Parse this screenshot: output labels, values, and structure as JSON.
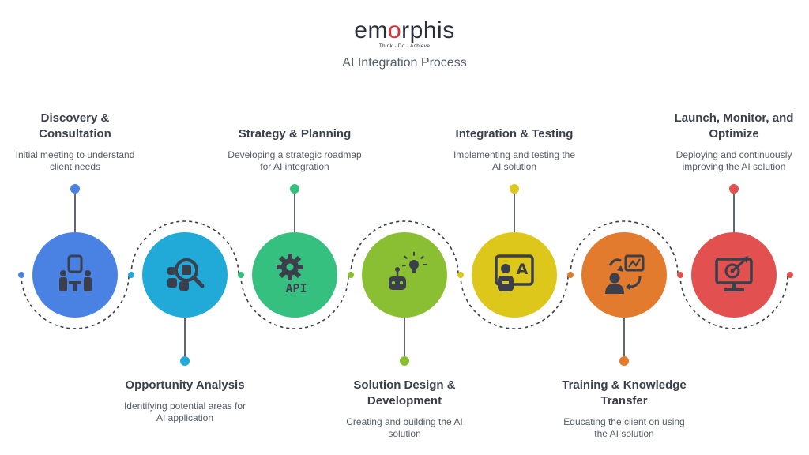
{
  "brand": {
    "logo_word": "emorphis",
    "tagline": "Think · Do · Achieve",
    "accent_color": "#d9303a"
  },
  "title": "AI Integration Process",
  "steps": [
    {
      "title": "Discovery & Consultation",
      "title_lines": [
        "Discovery &",
        "Consultation"
      ],
      "desc_lines": [
        "Initial meeting to understand",
        "client needs"
      ],
      "color": "#4a82e4",
      "icon": "meeting-icon"
    },
    {
      "title": "Opportunity Analysis",
      "title_lines": [
        "Opportunity Analysis"
      ],
      "desc_lines": [
        "Identifying potential areas for",
        "AI application"
      ],
      "color": "#21a9d8",
      "icon": "magnifier-analysis-icon"
    },
    {
      "title": "Strategy & Planning",
      "title_lines": [
        "Strategy & Planning"
      ],
      "desc_lines": [
        "Developing a strategic roadmap",
        "for AI integration"
      ],
      "color": "#35c07f",
      "icon": "gear-api-icon",
      "icon_text": "API"
    },
    {
      "title": "Solution Design & Development",
      "title_lines": [
        "Solution Design &",
        "Development"
      ],
      "desc_lines": [
        "Creating and building the AI",
        "solution"
      ],
      "color": "#8bbf33",
      "icon": "robot-lightbulb-icon"
    },
    {
      "title": "Integration & Testing",
      "title_lines": [
        "Integration & Testing"
      ],
      "desc_lines": [
        "Implementing and testing the",
        "AI solution"
      ],
      "color": "#ddc71a",
      "icon": "robot-board-icon",
      "icon_text": "A"
    },
    {
      "title": "Training & Knowledge Transfer",
      "title_lines": [
        "Training & Knowledge",
        "Transfer"
      ],
      "desc_lines": [
        "Educating the client on using",
        "the AI solution"
      ],
      "color": "#e27b2d",
      "icon": "presenter-chart-icon"
    },
    {
      "title": "Launch, Monitor, and Optimize",
      "title_lines": [
        "Launch, Monitor, and",
        "Optimize"
      ],
      "desc_lines": [
        "Deploying and continuously",
        "improving the AI solution"
      ],
      "color": "#e25050",
      "icon": "monitor-target-icon"
    }
  ]
}
